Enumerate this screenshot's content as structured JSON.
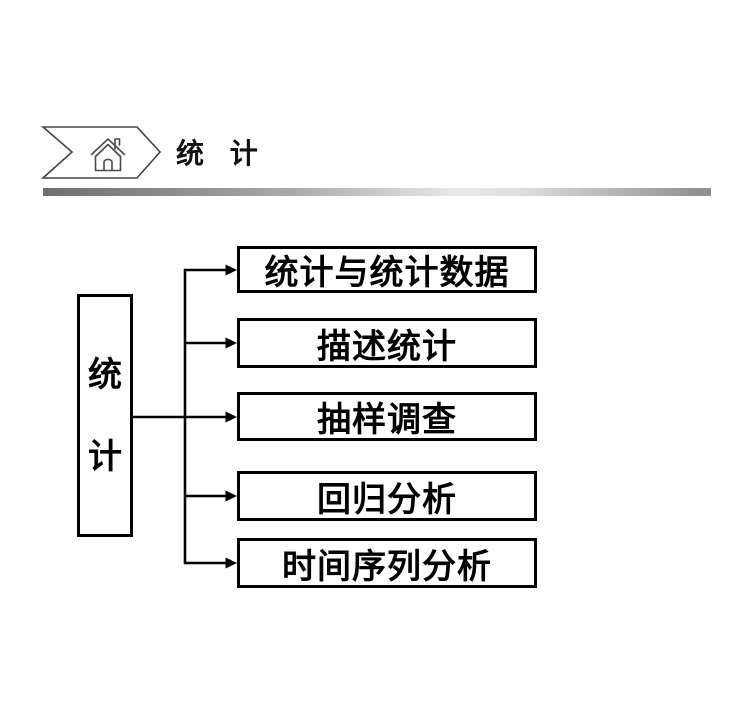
{
  "header": {
    "breadcrumb_title": "统 计",
    "icons": {
      "home": "home-icon"
    }
  },
  "divider": {
    "left_color": "#6f6f6f",
    "highlight_color": "#e9e9e9",
    "right_color": "#8d8d8d"
  },
  "diagram": {
    "root_label": "统\n计",
    "branches": [
      {
        "label": "统计与统计数据"
      },
      {
        "label": "描述统计"
      },
      {
        "label": "抽样调查"
      },
      {
        "label": "回归分析"
      },
      {
        "label": "时间序列分析"
      }
    ],
    "colors": {
      "line": "#000000",
      "box_border": "#000000",
      "text": "#000000"
    }
  }
}
